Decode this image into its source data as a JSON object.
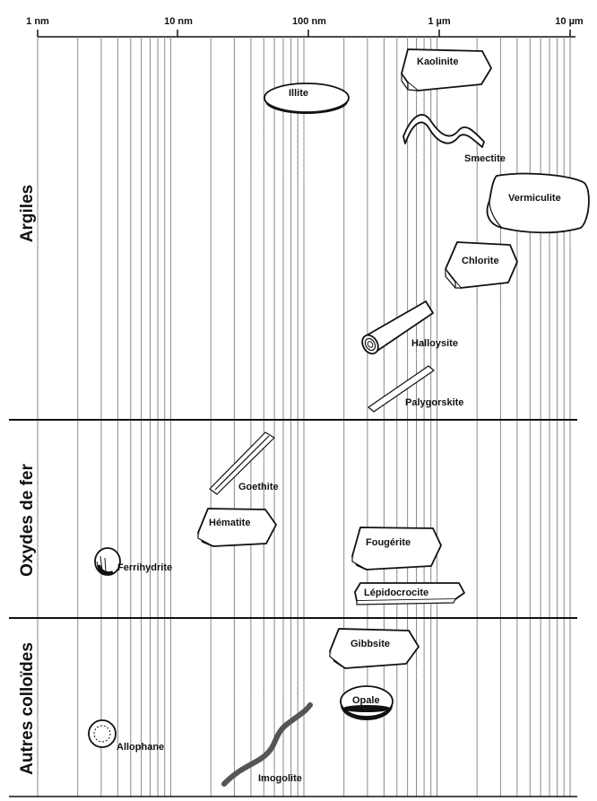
{
  "scale": {
    "ticks": [
      {
        "label": "1 nm"
      },
      {
        "label": "10 nm"
      },
      {
        "label": "100 nm"
      },
      {
        "label": "1 µm"
      },
      {
        "label": "10 µm"
      }
    ]
  },
  "groups": [
    {
      "label": "Argiles"
    },
    {
      "label": "Oxydes de fer"
    },
    {
      "label": "Autres colloïdes"
    }
  ],
  "minerals": [
    {
      "label": "Kaolinite"
    },
    {
      "label": "Illite"
    },
    {
      "label": "Smectite"
    },
    {
      "label": "Vermiculite"
    },
    {
      "label": "Chlorite"
    },
    {
      "label": "Halloysite"
    },
    {
      "label": "Palygorskite"
    },
    {
      "label": "Goethite"
    },
    {
      "label": "Hématite"
    },
    {
      "label": "Ferrihydrite"
    },
    {
      "label": "Fougérite"
    },
    {
      "label": "Lépidocrocite"
    },
    {
      "label": "Gibbsite"
    },
    {
      "label": "Opale"
    },
    {
      "label": "Allophane"
    },
    {
      "label": "Imogolite"
    }
  ]
}
